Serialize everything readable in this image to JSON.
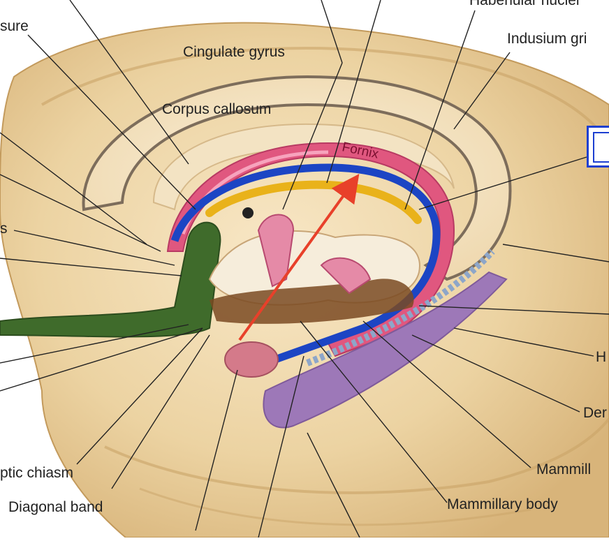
{
  "labels": {
    "habenular_nuclei": "Habenular nuclei",
    "sure": "sure",
    "indusium_gri": "Indusium gri",
    "cingulate_gyrus": "Cingulate gyrus",
    "corpus_callosum": "Corpus callosum",
    "fornix": "Fornix",
    "s": "s",
    "h": "H",
    "der": "Der",
    "mammill": "Mammill",
    "ptic_chiasm": "ptic chiasm",
    "diagonal_band": "Diagonal band",
    "mammillary_body": "Mammillary body"
  },
  "colors": {
    "fornix": "#e0577f",
    "fornix_highlight": "#f7a3bd",
    "blue_tract": "#1c45c4",
    "yellow_tract": "#e9b21a",
    "green_tract": "#3f6b2b",
    "purple_hippocampus": "#9d78b8",
    "brain_tissue": "#ecd3a2",
    "arrow": "#e8402a",
    "marker_box": "#1d3fd1"
  },
  "annotation": {
    "arrow_icon": "red-arrow",
    "marker_icon": "blue-marker-box"
  }
}
